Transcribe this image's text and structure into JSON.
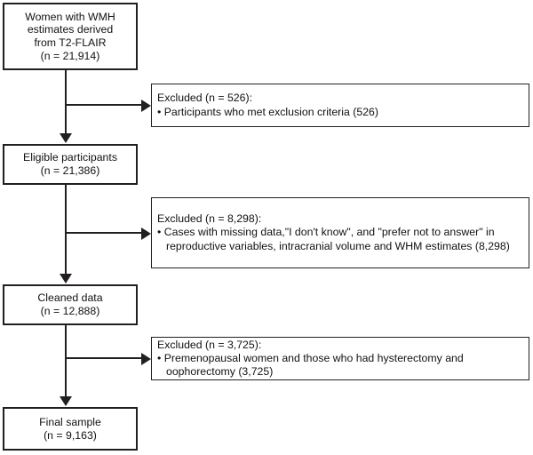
{
  "flowchart": {
    "main_boxes": [
      {
        "name": "source-population",
        "lines": [
          "Women with WMH",
          "estimates derived",
          "from T2-FLAIR",
          "(n = 21,914)"
        ]
      },
      {
        "name": "eligible-participants",
        "lines": [
          "Eligible participants",
          "(n = 21,386)"
        ]
      },
      {
        "name": "cleaned-data",
        "lines": [
          "Cleaned data",
          "(n = 12,888)"
        ]
      },
      {
        "name": "final-sample",
        "lines": [
          "Final sample",
          "(n = 9,163)"
        ]
      }
    ],
    "exclusion_boxes": [
      {
        "name": "exclusion-criteria",
        "heading": "Excluded (n = 526):",
        "item": "• Participants who met exclusion criteria (526)"
      },
      {
        "name": "missing-data",
        "heading": "Excluded (n = 8,298):",
        "item": "• Cases with missing data,\"I don't know\", and \"prefer not to answer\" in reproductive variables, intracranial volume and WHM estimates (8,298)"
      },
      {
        "name": "premenopausal-surgery",
        "heading": "Excluded (n = 3,725):",
        "item": "• Premenopausal women and those who had hysterectomy and oophorectomy (3,725)"
      }
    ],
    "colors": {
      "stroke": "#231f20",
      "background": "#ffffff",
      "text": "#111111"
    }
  }
}
